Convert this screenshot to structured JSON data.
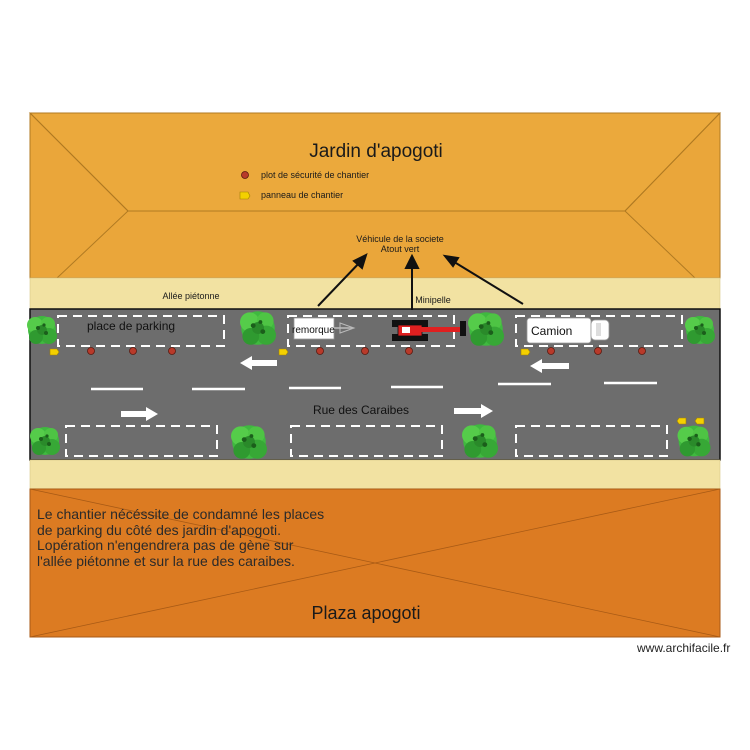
{
  "title_top": "Jardin d'apogoti",
  "title_bottom": "Plaza apogoti",
  "legend": {
    "cone_label": "plot de sécurité de chantier",
    "sign_label": "panneau de chantier"
  },
  "labels": {
    "sidewalk": "Allée piétonne",
    "parking": "place de parking",
    "trailer": "remorque",
    "truck": "Camion",
    "minipelle": "Minipelle",
    "vehicle_line1": "Véhicule de la societe",
    "vehicle_line2": "Atout vert",
    "street": "Rue des Caraibes"
  },
  "note_lines": [
    "Le chantier nécéssite de condamné les places",
    "de parking du côté des jardin d'apogoti.",
    "Lopération n'engendrera pas de gène sur",
    "l'allée piétonne et sur la rue des caraibes."
  ],
  "watermark": "www.archifacile.fr",
  "colors": {
    "garden": "#eaa63a",
    "plaza": "#dc7b22",
    "sidewalk": "#f2e2a2",
    "road": "#6d6d6d",
    "cone": "#b83a2a",
    "tree": "#3fb93f",
    "sign": "#f4d000",
    "excavator": "#e02020"
  }
}
